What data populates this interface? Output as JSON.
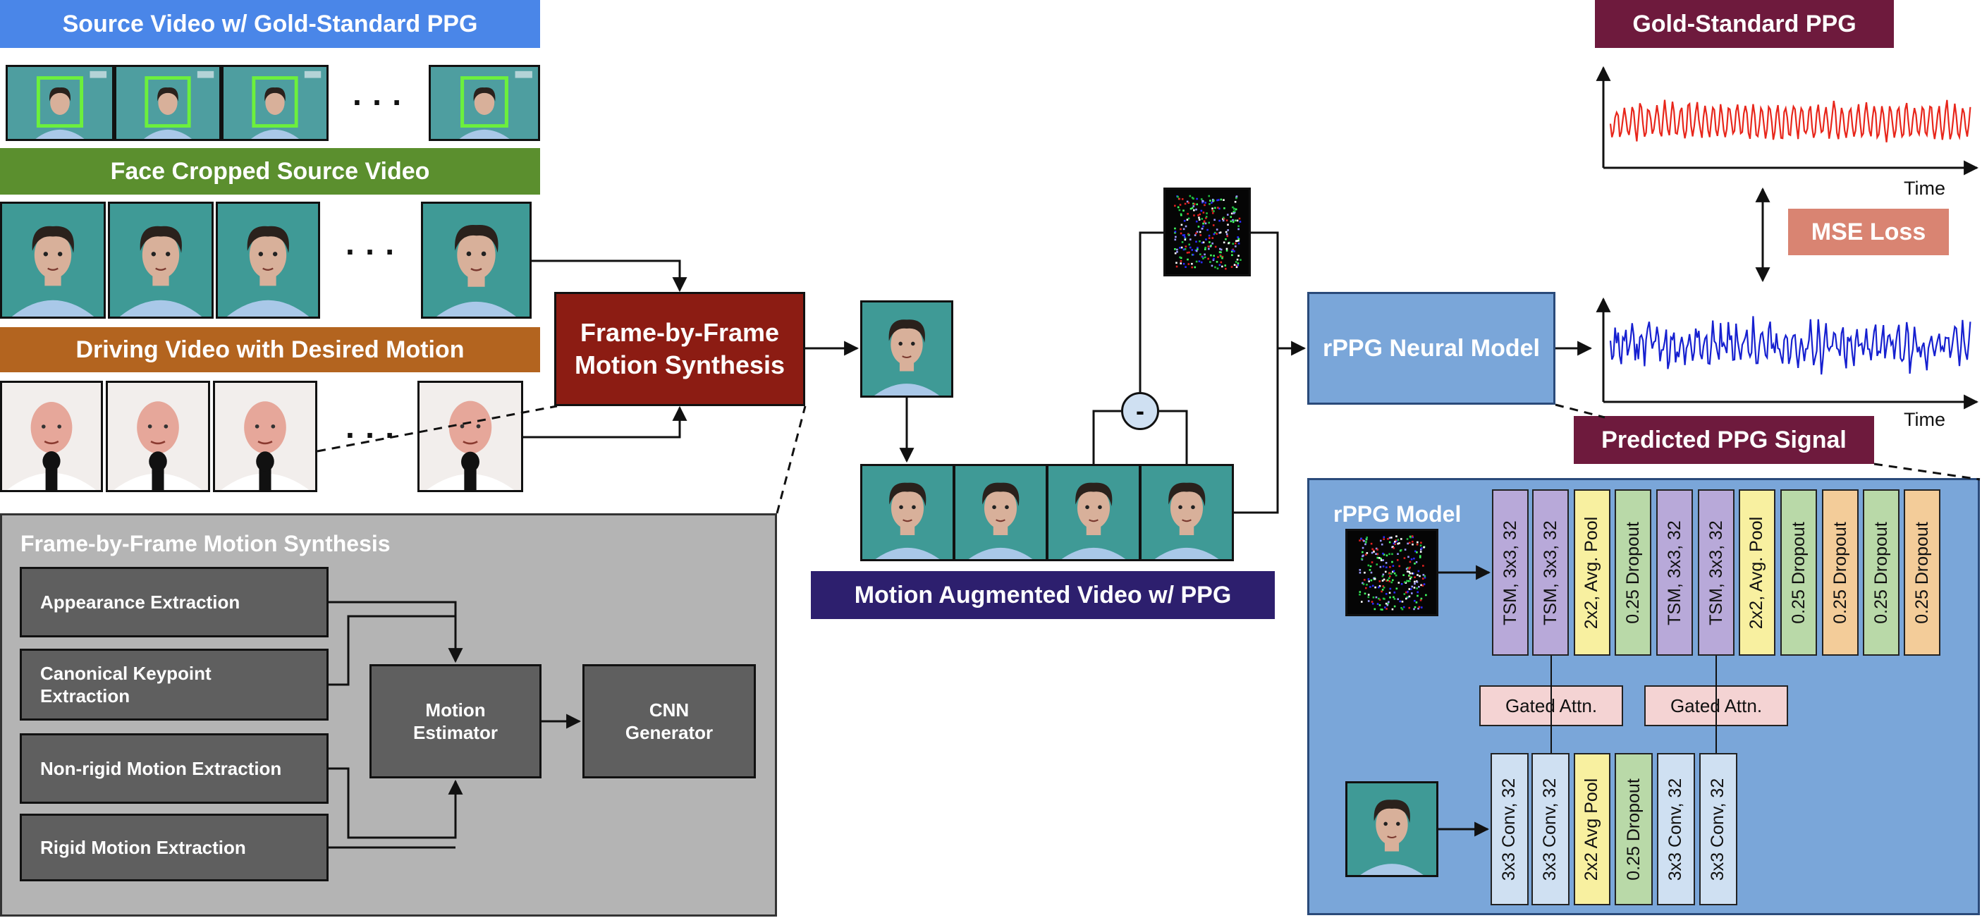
{
  "source_video": {
    "title": "Source Video w/ Gold-Standard PPG",
    "ellipsis": "· · ·"
  },
  "face_cropped": {
    "title": "Face Cropped Source Video",
    "ellipsis": "· · ·"
  },
  "driving_video": {
    "title": "Driving Video with Desired Motion",
    "ellipsis": "· · ·"
  },
  "synthesis_box": {
    "line1": "Frame-by-Frame",
    "line2": "Motion Synthesis"
  },
  "detail_panel": {
    "title": "Frame-by-Frame Motion Synthesis",
    "appearance": "Appearance Extraction",
    "canonical_line1": "Canonical Keypoint",
    "canonical_line2": "Extraction",
    "nonrigid": "Non-rigid Motion Extraction",
    "rigid": "Rigid Motion Extraction",
    "motion_estimator_line1": "Motion",
    "motion_estimator_line2": "Estimator",
    "cnn_line1": "CNN",
    "cnn_line2": "Generator"
  },
  "augmented": {
    "title": "Motion Augmented Video w/ PPG",
    "minus": "-"
  },
  "rppg_neural": {
    "label": "rPPG Neural Model"
  },
  "gold_ppg": {
    "title": "Gold-Standard PPG",
    "axis_label": "Time"
  },
  "mse": {
    "label": "MSE Loss"
  },
  "predicted": {
    "title": "Predicted PPG Signal",
    "axis_label": "Time"
  },
  "rppg_model": {
    "title": "rPPG Model",
    "top_layers": [
      "TSM, 3x3, 32",
      "TSM, 3x3, 32",
      "2x2, Avg. Pool",
      "0.25 Dropout",
      "TSM, 3x3, 32",
      "TSM, 3x3, 32",
      "2x2, Avg. Pool",
      "0.25 Dropout",
      "0.25 Dropout",
      "0.25 Dropout",
      "0.25 Dropout"
    ],
    "attn_labels": [
      "Gated Attn.",
      "Gated Attn."
    ],
    "bottom_layers": [
      "3x3 Conv, 32",
      "3x3 Conv, 32",
      "2x2 Avg Pool",
      "0.25 Dropout",
      "3x3 Conv, 32",
      "3x3 Conv, 32"
    ]
  },
  "colors": {
    "source_banner": "#4a86e8",
    "face_banner": "#5b8f2e",
    "driving_banner": "#b3641f",
    "synthesis_box": "#8c1c13",
    "augmented_banner": "#2d1f6e",
    "gold_banner": "#6e1a3d",
    "predicted_banner": "#6e1a3d",
    "mse_box": "#d98472",
    "rppg_box": "#7aa6d9",
    "detail_panel": "#b4b4b4",
    "tsm": "#b8a9d9",
    "pool": "#f8f0a0",
    "dropout": "#b9d9a8",
    "dropout_orange": "#f3cc99",
    "conv": "#cfe0f2",
    "gold_signal": "#e8261b",
    "pred_signal": "#1620d0"
  }
}
